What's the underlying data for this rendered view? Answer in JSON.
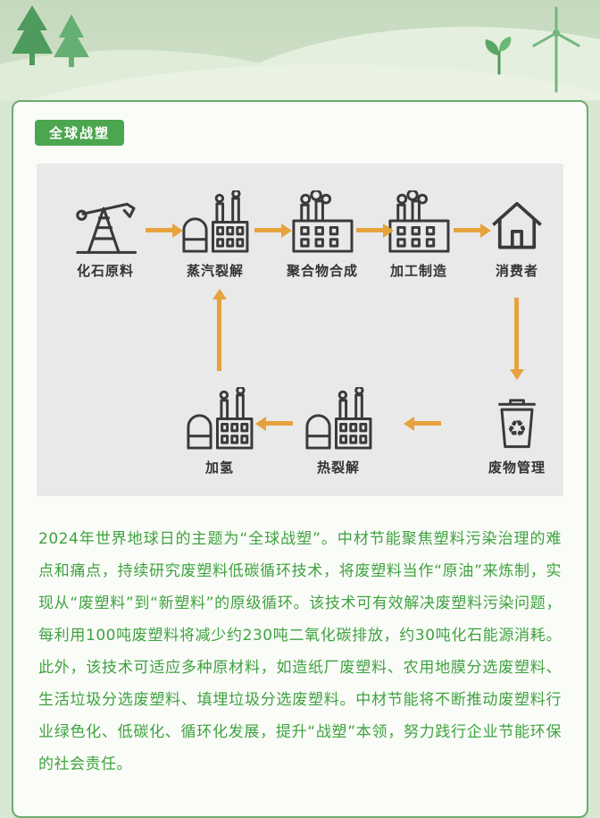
{
  "badge": {
    "label": "全球战塑"
  },
  "diagram": {
    "top_row": [
      {
        "label": "化石原料",
        "icon": "oil-derrick"
      },
      {
        "label": "蒸汽裂解",
        "icon": "refinery"
      },
      {
        "label": "聚合物合成",
        "icon": "factory"
      },
      {
        "label": "加工制造",
        "icon": "factory"
      },
      {
        "label": "消费者",
        "icon": "house"
      }
    ],
    "bottom_row": [
      {
        "label": "加氢",
        "icon": "refinery"
      },
      {
        "label": "热裂解",
        "icon": "refinery"
      },
      {
        "label": "废物管理",
        "icon": "recycle-bin"
      }
    ]
  },
  "article": {
    "text": "2024年世界地球日的主题为“全球战塑”。中材节能聚焦塑料污染治理的难点和痛点，持续研究废塑料低碳循环技术，将废塑料当作“原油”来炼制，实现从“废塑料”到“新塑料”的原级循环。该技术可有效解决废塑料污染问题，每利用100吨废塑料将减少约230吨二氧化碳排放，约30吨化石能源消耗。此外，该技术可适应多种原材料，如造纸厂废塑料、农用地膜分选废塑料、生活垃圾分选废塑料、填埋垃圾分选废塑料。中材节能将不断推动废塑料行业绿色化、低碳化、循环化发展，提升“战塑”本领，努力践行企业节能环保的社会责任。"
  },
  "colors": {
    "accent_green": "#4CA64F",
    "text_green": "#3FA23F",
    "arrow_orange": "#E6A23C",
    "icon_dark": "#3A3A3A"
  }
}
